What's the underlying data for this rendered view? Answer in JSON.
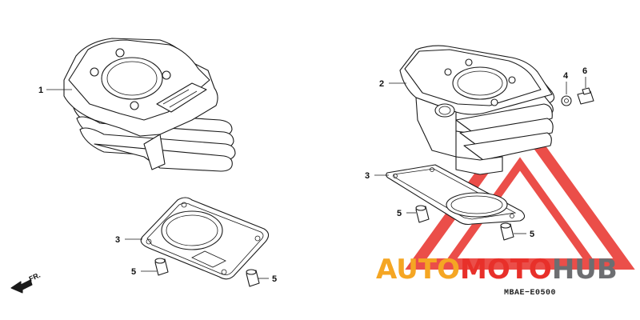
{
  "diagram": {
    "callouts": [
      {
        "id": "left-cylinder",
        "text": "1"
      },
      {
        "id": "right-cylinder",
        "text": "2"
      },
      {
        "id": "left-gasket",
        "text": "3"
      },
      {
        "id": "right-gasket",
        "text": "3"
      },
      {
        "id": "left-dowel-pin",
        "text": "5"
      },
      {
        "id": "left-dowel-pin-2",
        "text": "5"
      },
      {
        "id": "right-dowel-pin",
        "text": "5"
      },
      {
        "id": "right-dowel-pin-2",
        "text": "5"
      },
      {
        "id": "washer",
        "text": "4"
      },
      {
        "id": "bolt",
        "text": "6"
      }
    ],
    "front_arrow_label": "FR.",
    "diagram_code": "MBAE−E0500"
  },
  "watermark": {
    "text_part1": "AUTO",
    "text_part2": "MOTO",
    "text_part3": "HUB",
    "color_orange": "#f5a623",
    "color_red": "#e8302a",
    "color_gray": "#6d6e71"
  }
}
